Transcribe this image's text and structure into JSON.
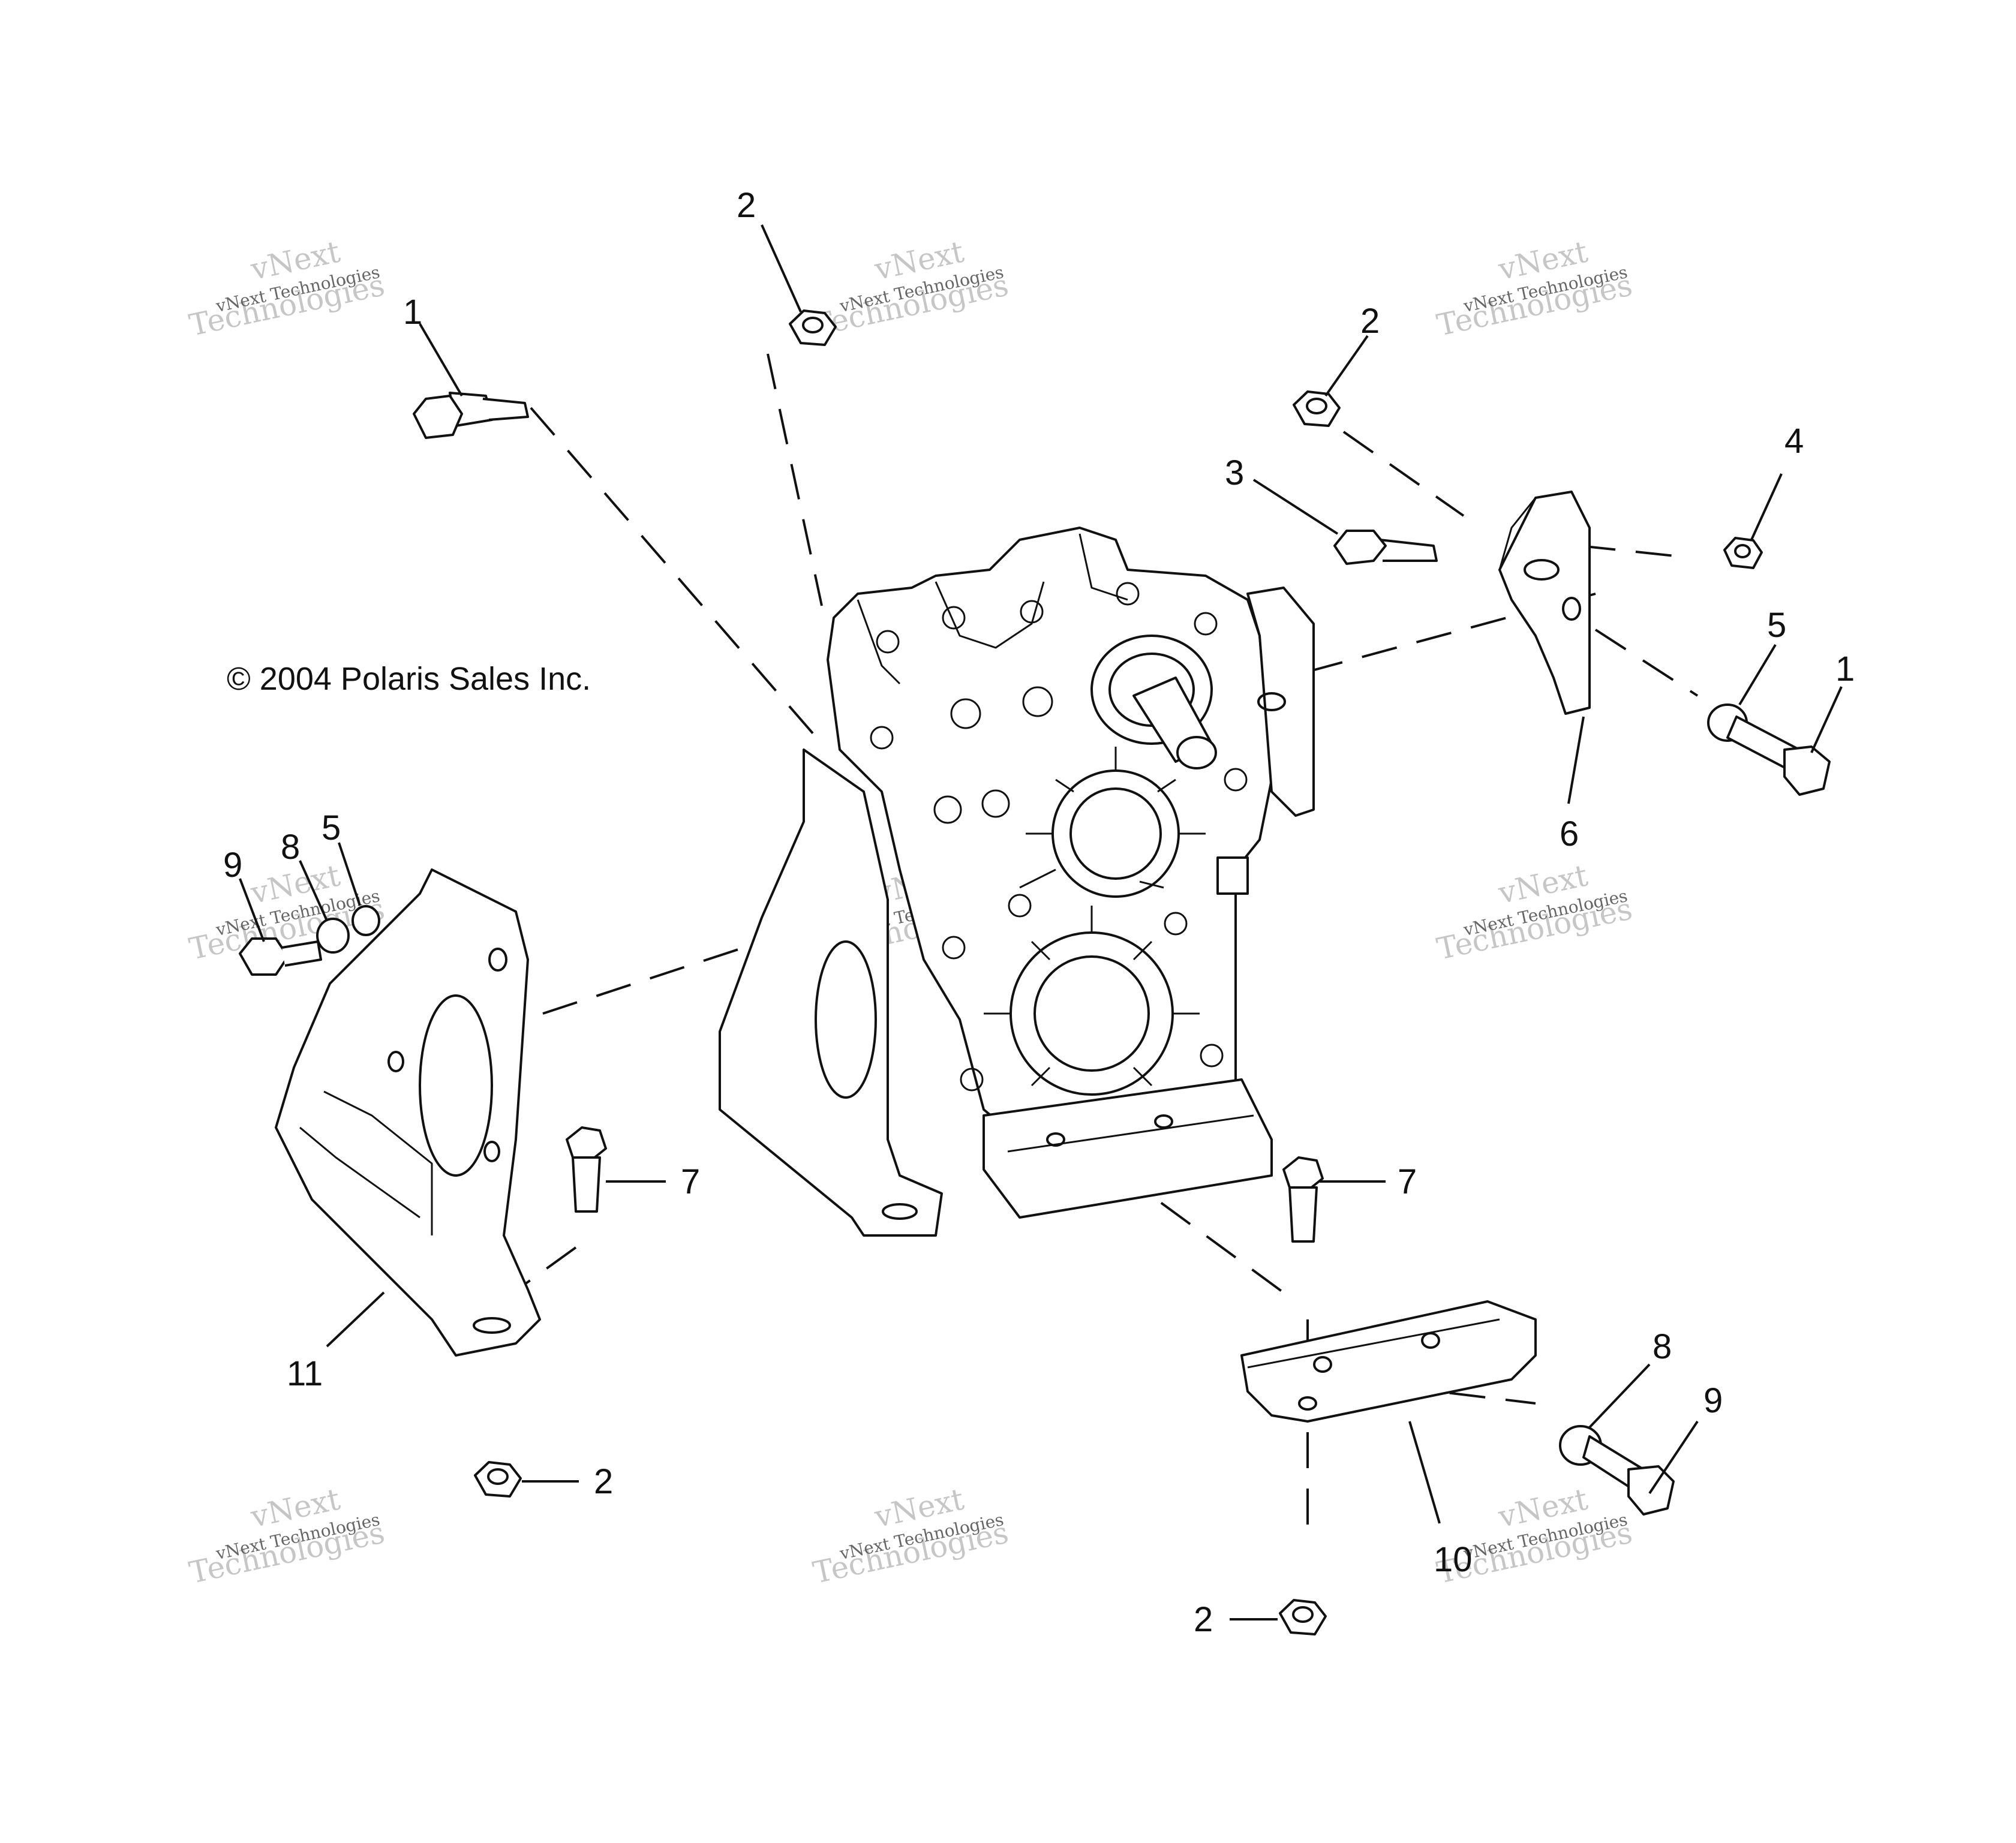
{
  "copyright": "© 2004 Polaris Sales Inc.",
  "watermark": {
    "line1": "vNext",
    "line2": "Technologies",
    "small": "vNext Technologies"
  },
  "callouts": [
    {
      "id": "c1",
      "label": "2"
    },
    {
      "id": "c2",
      "label": "1"
    },
    {
      "id": "c3",
      "label": "2"
    },
    {
      "id": "c4",
      "label": "3"
    },
    {
      "id": "c5",
      "label": "4"
    },
    {
      "id": "c6",
      "label": "5"
    },
    {
      "id": "c7",
      "label": "1"
    },
    {
      "id": "c8",
      "label": "6"
    },
    {
      "id": "c9",
      "label": "9"
    },
    {
      "id": "c10",
      "label": "8"
    },
    {
      "id": "c11",
      "label": "5"
    },
    {
      "id": "c12",
      "label": "7"
    },
    {
      "id": "c13",
      "label": "7"
    },
    {
      "id": "c14",
      "label": "11"
    },
    {
      "id": "c15",
      "label": "2"
    },
    {
      "id": "c16",
      "label": "8"
    },
    {
      "id": "c17",
      "label": "9"
    },
    {
      "id": "c18",
      "label": "10"
    },
    {
      "id": "c19",
      "label": "2"
    }
  ]
}
